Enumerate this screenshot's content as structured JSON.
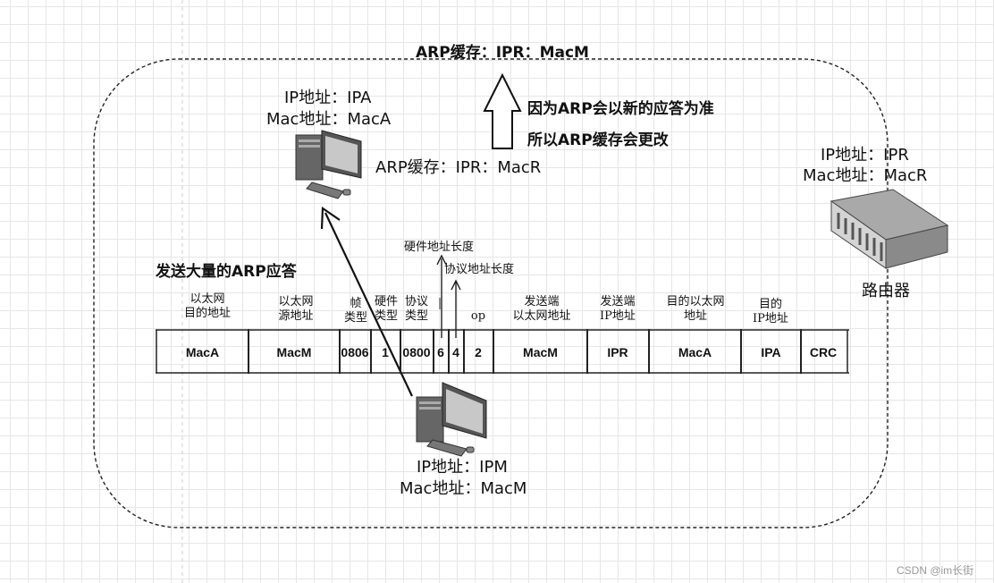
{
  "top_cache_label": "ARP缓存：IPR：MacM",
  "explanation": {
    "line1": "因为ARP会以新的应答为准",
    "line2": "所以ARP缓存会更改"
  },
  "host_a": {
    "ip": "IP地址：IPA",
    "mac": "Mac地址：MacA",
    "cache": "ARP缓存：IPR：MacR"
  },
  "router": {
    "ip": "IP地址：IPR",
    "mac": "Mac地址：MacR",
    "name": "路由器"
  },
  "attacker": {
    "ip": "IP地址：IPM",
    "mac": "Mac地址：MacM"
  },
  "packet_title": "发送大量的ARP应答",
  "annotations": {
    "hw_len": "硬件地址长度",
    "proto_len": "协议地址长度"
  },
  "packet_headers": {
    "eth_dst_1": "以太网",
    "eth_dst_2": "目的地址",
    "eth_src_1": "以太网",
    "eth_src_2": "源地址",
    "frame_type_1": "帧",
    "frame_type_2": "类型",
    "hw_type_1": "硬件",
    "hw_type_2": "类型",
    "proto_type_1": "协议",
    "proto_type_2": "类型",
    "op": "op",
    "sender_eth_1": "发送端",
    "sender_eth_2": "以太网地址",
    "sender_ip_1": "发送端",
    "sender_ip_2": "IP地址",
    "target_eth_1": "目的以太网",
    "target_eth_2": "地址",
    "target_ip_1": "目的",
    "target_ip_2": "IP地址"
  },
  "packet_fields": {
    "eth_dst": "MacA",
    "eth_src": "MacM",
    "frame_type": "0806",
    "hw_type": "1",
    "proto_type": "0800",
    "hw_len": "6",
    "proto_len": "4",
    "op": "2",
    "sender_eth": "MacM",
    "sender_ip": "IPR",
    "target_eth": "MacA",
    "target_ip": "IPA",
    "crc": "CRC"
  },
  "watermark": "CSDN @im长街"
}
